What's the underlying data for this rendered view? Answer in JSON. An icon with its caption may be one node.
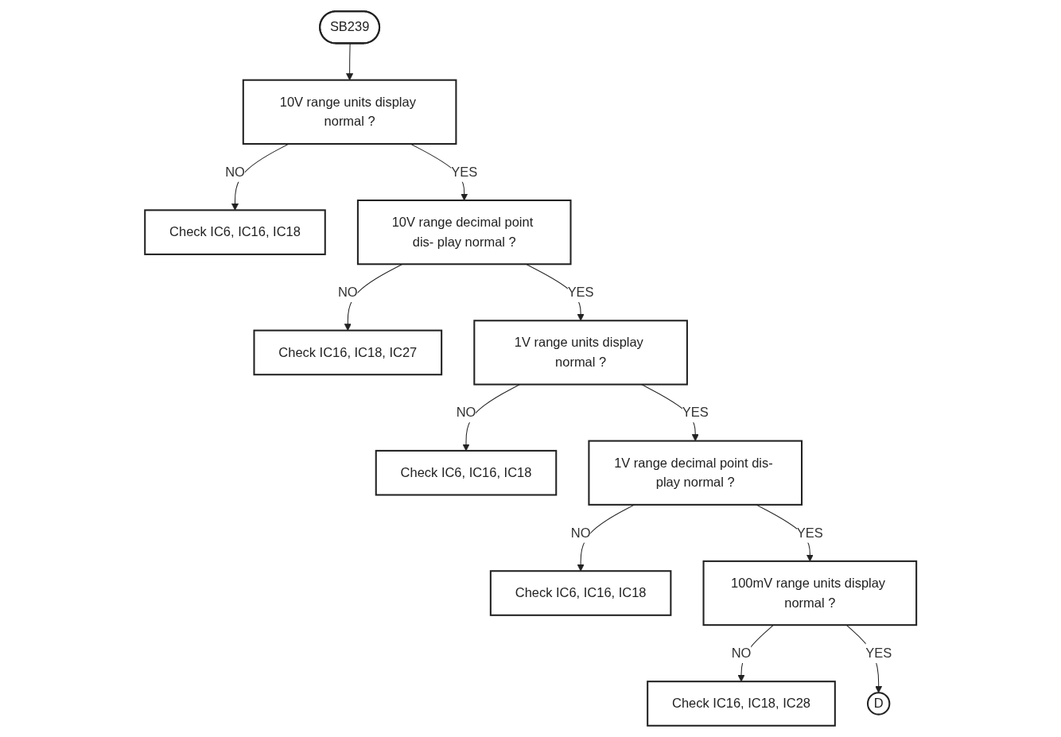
{
  "diagram": {
    "nodes": [
      {
        "text": [
          "SB239"
        ]
      },
      {
        "text": [
          "10V range units display normal ?"
        ]
      },
      {
        "text": [
          "Check IC6, IC16, IC18"
        ]
      },
      {
        "text": [
          "10V range decimal point dis- play normal ?"
        ]
      },
      {
        "text": [
          "Check IC16, IC18, IC27"
        ]
      },
      {
        "text": [
          "1V range units display normal ?"
        ]
      },
      {
        "text": [
          "Check IC6, IC16, IC18"
        ]
      },
      {
        "text": [
          "1V range decimal point dis- play normal ?"
        ]
      },
      {
        "text": [
          "Check IC6, IC16, IC18"
        ]
      },
      {
        "text": [
          "100mV range units display normal ?"
        ]
      },
      {
        "text": [
          "Check IC16, IC18, IC28"
        ]
      },
      {
        "text": [
          "D"
        ]
      }
    ],
    "edges": [
      {
        "from": 0,
        "to": 1,
        "arrow": "to"
      },
      {
        "from": 1,
        "to": 2,
        "label": "NO",
        "arrow": "to"
      },
      {
        "from": 1,
        "to": 3,
        "label": "YES",
        "arrow": "to"
      },
      {
        "from": 3,
        "to": 4,
        "label": "NO",
        "arrow": "to"
      },
      {
        "from": 3,
        "to": 5,
        "label": "YES",
        "arrow": "to"
      },
      {
        "from": 5,
        "to": 6,
        "label": "NO",
        "arrow": "to"
      },
      {
        "from": 5,
        "to": 7,
        "label": "YES",
        "arrow": "to"
      },
      {
        "from": 7,
        "to": 8,
        "label": "NO",
        "arrow": "to"
      },
      {
        "from": 7,
        "to": 9,
        "label": "YES",
        "arrow": "to"
      },
      {
        "from": 9,
        "to": 10,
        "label": "NO",
        "arrow": "to"
      },
      {
        "from": 9,
        "to": 11,
        "label": "YES",
        "arrow": "to"
      }
    ]
  }
}
